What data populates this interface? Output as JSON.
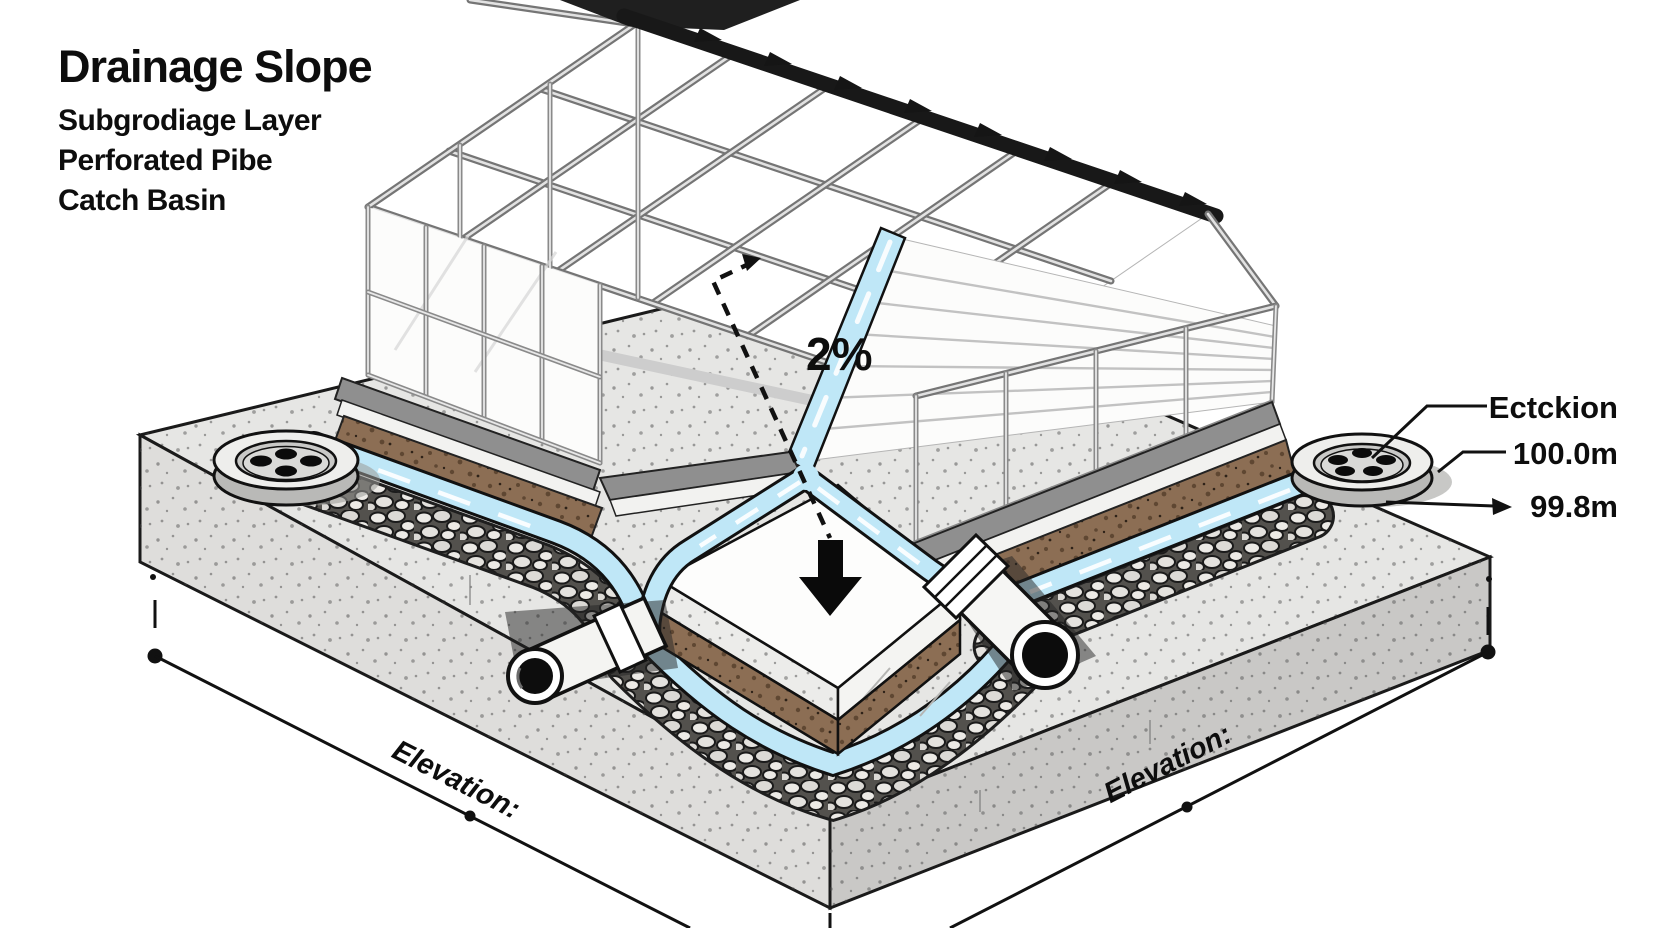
{
  "header": {
    "title": "Drainage Slope",
    "legend": [
      "Subgrodiage Layer",
      "Perforated Pibe",
      "Catch Basin"
    ]
  },
  "diagram": {
    "slope_label": "2%",
    "callouts": {
      "basin": "Ectckion",
      "elev_top": "100.0m",
      "elev_mid": "99.8m"
    },
    "elevation_left": "Elevation:",
    "elevation_right": "Elevation:"
  },
  "colors": {
    "water": "#bfe7f7",
    "concrete_top": "#e6e6e4",
    "concrete_left": "#dedddb",
    "concrete_right": "#c9c8c6",
    "soil": "#8c6e54",
    "gravel_bed": "#53514d",
    "curb": "#8f8f8f",
    "ridge": "#181818",
    "ink": "#111111"
  }
}
